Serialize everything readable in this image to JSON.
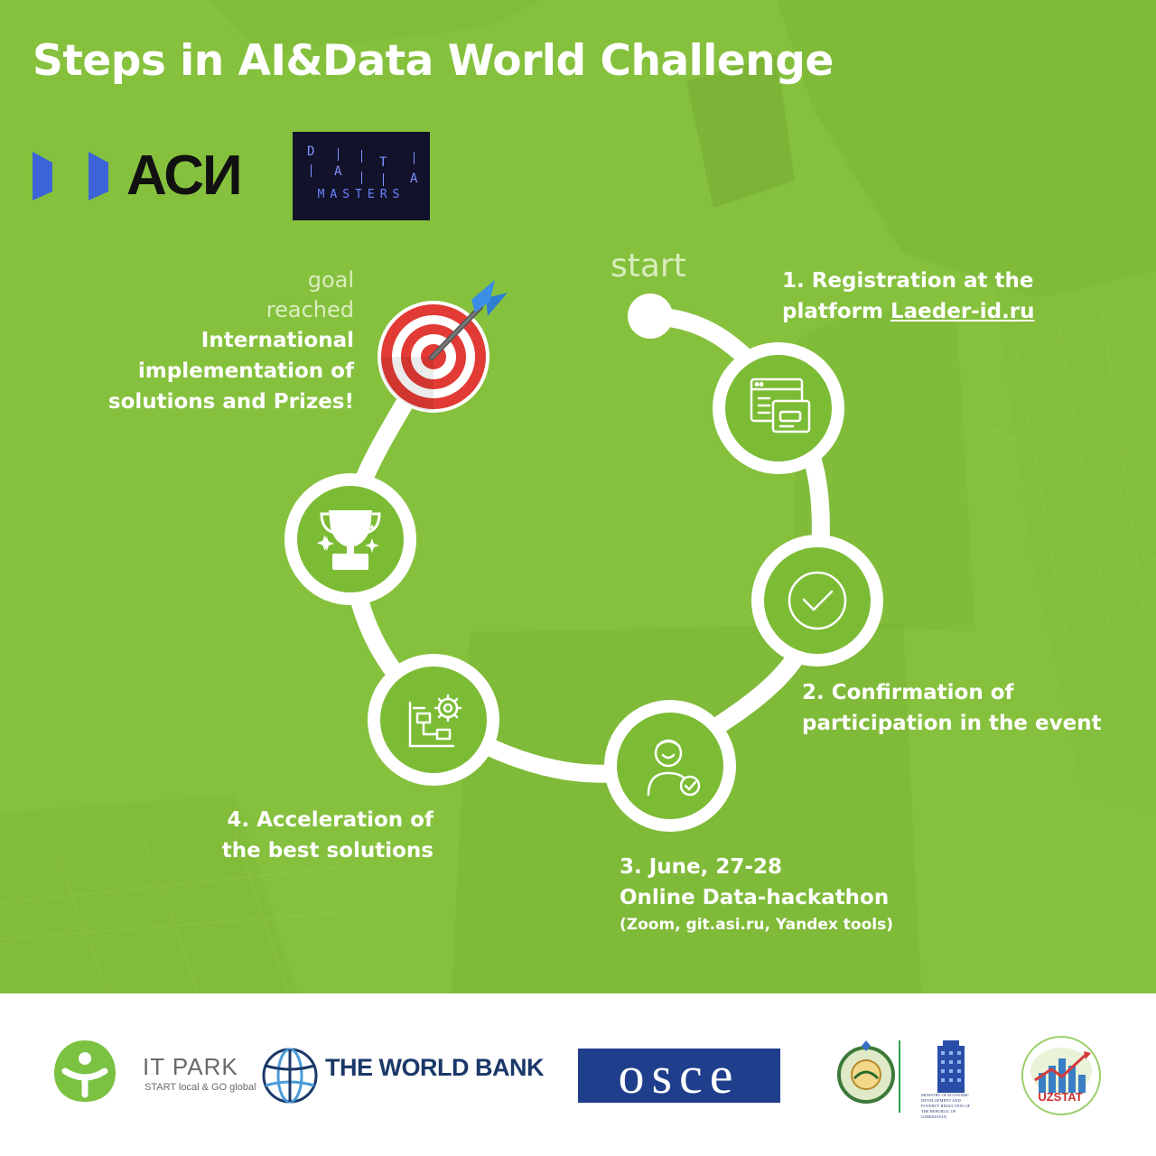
{
  "title": "Steps in AI&Data World Challenge",
  "logos": {
    "asi": "АСИ",
    "data_masters_letters": [
      "D",
      "A",
      "T",
      "A"
    ],
    "data_masters_word": "MASTERS"
  },
  "start_label": "start",
  "goal": {
    "line1": "goal",
    "line2": "reached",
    "text_lines": [
      "International",
      "implementation of",
      "solutions and Prizes!"
    ]
  },
  "steps": [
    {
      "line1": "1. Registration at the",
      "line2_prefix": "platform ",
      "line2_link": "Laeder-id.ru",
      "icon": "browser-window-icon"
    },
    {
      "line1": "2. Confirmation of",
      "line2": "participation in the event",
      "icon": "check-circle-icon"
    },
    {
      "line1": "3. June, 27-28",
      "line2": "Online Data-hackathon",
      "line3": "(Zoom, git.asi.ru, Yandex tools)",
      "icon": "person-check-icon"
    },
    {
      "line1": "4. Acceleration of",
      "line2": "the best solutions",
      "icon": "flowchart-gear-icon"
    },
    {
      "icon": "trophy-icon"
    }
  ],
  "footer": {
    "itpark_name": "IT PARK",
    "itpark_tagline": "START local & GO global",
    "world_bank": "THE WORLD BANK",
    "osce": "osce",
    "ministry_text": "MINISTRY OF ECONOMIC DEVELOPMENT AND POVERTY REDUCTION OF THE REPUBLIC OF UZBEKISTAN",
    "uzstat": "UZSTAT"
  },
  "colors": {
    "background": "#86c13e",
    "node_fill": "#7cbc35",
    "white": "#ffffff",
    "target_red": "#e23a35",
    "dart_blue": "#2f7fd0",
    "osce_blue": "#1f3f8c",
    "worldbank_blue": "#1a3868",
    "itpark_green": "#7cc242"
  }
}
